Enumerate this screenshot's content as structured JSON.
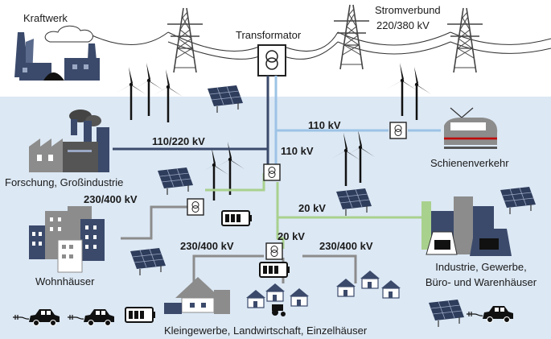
{
  "labels": {
    "kraftwerk": "Kraftwerk",
    "stromverbund_line1": "Stromverbund",
    "stromverbund_line2": "220/380 kV",
    "transformator": "Transformator",
    "hv_110_220": "110/220 kV",
    "rail_110": "110 kV",
    "mid_110": "110 kV",
    "schienenverkehr": "Schienenverkehr",
    "forschung": "Forschung, Großindustrie",
    "left_230_400": "230/400 kV",
    "mv_20_right": "20 kV",
    "mv_20_center": "20 kV",
    "bottom_left_230_400": "230/400 kV",
    "bottom_right_230_400": "230/400 kV",
    "industrie_line1": "Industrie, Gewerbe,",
    "industrie_line2": "Büro- und Warenhäuser",
    "wohnhaeuser": "Wohnhäuser",
    "kleingewerbe": "Kleingewerbe, Landwirtschaft, Einzelhäuser"
  },
  "colors": {
    "sky": "#ffffff",
    "ground": "#dce8f4",
    "hv_line": "#3b4a6b",
    "rail_line": "#9dc3e6",
    "mv_line": "#a9d18e",
    "lv_line": "#8c8c8c",
    "building_dark": "#3b4a6b",
    "building_grey": "#8c8c8c",
    "accent_red": "#c00000"
  }
}
